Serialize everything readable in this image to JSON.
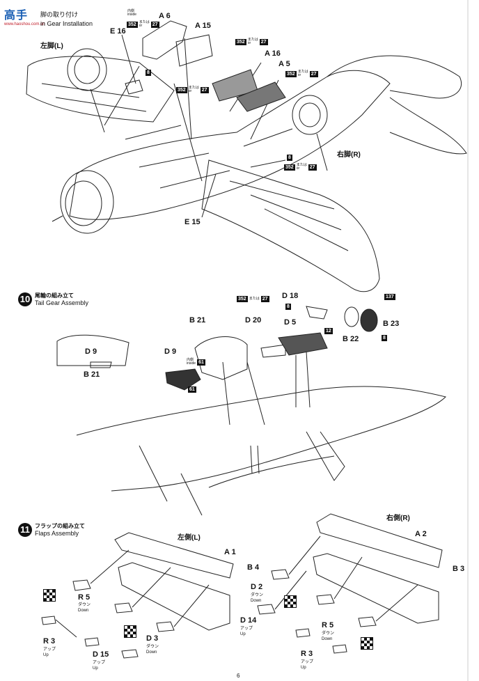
{
  "watermark": {
    "text": "高手",
    "url": "www.haoshou.com.cn"
  },
  "step9": {
    "title_jp": "脚の取り付け",
    "title_en": "in Gear Installation",
    "labels": {
      "left_gear": "左脚(L)",
      "right_gear": "右脚(R)",
      "a6": "A 6",
      "a15": "A 15",
      "a16": "A 16",
      "a5": "A 5",
      "e16": "E 16",
      "e15": "E 15",
      "inside_jp": "内側",
      "inside_en": "inside",
      "matawa": "または",
      "or": "or",
      "c352": "352",
      "c27": "27",
      "c8": "8"
    }
  },
  "step10": {
    "number": "10",
    "title_jp": "尾輪の組み立て",
    "title_en": "Tail Gear Assembly",
    "labels": {
      "b21": "B 21",
      "d20": "D 20",
      "d18": "D 18",
      "d5": "D 5",
      "d9": "D 9",
      "b22": "B 22",
      "b23": "B 23",
      "inside_jp": "内側",
      "inside_en": "inside",
      "c61": "61",
      "c12": "12",
      "c137": "137",
      "c8": "8",
      "c352": "352",
      "c27": "27",
      "matawa": "または"
    }
  },
  "step11": {
    "number": "11",
    "title_jp": "フラップの組み立て",
    "title_en": "Flaps Assembly",
    "labels": {
      "left": "左側(L)",
      "right": "右側(R)",
      "a1": "A 1",
      "a2": "A 2",
      "b3": "B 3",
      "b4": "B 4",
      "r5": "R 5",
      "r3": "R 3",
      "d2": "D 2",
      "d3": "D 3",
      "d14": "D 14",
      "d15": "D 15",
      "down_jp": "ダウン",
      "down_en": "Down",
      "up_jp": "アップ",
      "up_en": "Up"
    }
  },
  "page_number": "6"
}
